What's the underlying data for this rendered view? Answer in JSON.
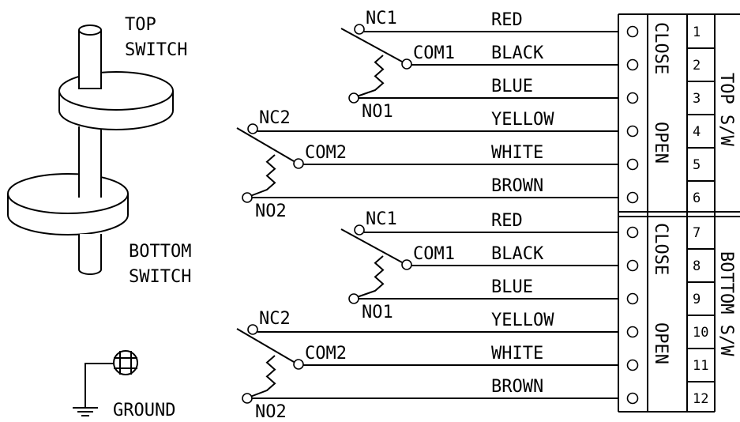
{
  "switch_art": {
    "top_label": [
      "TOP",
      "SWITCH"
    ],
    "bottom_label": [
      "BOTTOM",
      "SWITCH"
    ]
  },
  "ground": {
    "label": "GROUND"
  },
  "groups": [
    {
      "name": "top",
      "side_label": "TOP S/W",
      "contacts": [
        {
          "nc": "NC1",
          "com": "COM1",
          "no": "NO1",
          "wires": [
            "RED",
            "BLACK",
            "BLUE"
          ],
          "terminals": [
            "1",
            "2",
            "3"
          ],
          "state": "CLOSE"
        },
        {
          "nc": "NC2",
          "com": "COM2",
          "no": "NO2",
          "wires": [
            "YELLOW",
            "WHITE",
            "BROWN"
          ],
          "terminals": [
            "4",
            "5",
            "6"
          ],
          "state": "OPEN"
        }
      ]
    },
    {
      "name": "bottom",
      "side_label": "BOTTOM S/W",
      "contacts": [
        {
          "nc": "NC1",
          "com": "COM1",
          "no": "NO1",
          "wires": [
            "RED",
            "BLACK",
            "BLUE"
          ],
          "terminals": [
            "7",
            "8",
            "9"
          ],
          "state": "CLOSE"
        },
        {
          "nc": "NC2",
          "com": "COM2",
          "no": "NO2",
          "wires": [
            "YELLOW",
            "WHITE",
            "BROWN"
          ],
          "terminals": [
            "10",
            "11",
            "12"
          ],
          "state": "OPEN"
        }
      ]
    }
  ]
}
